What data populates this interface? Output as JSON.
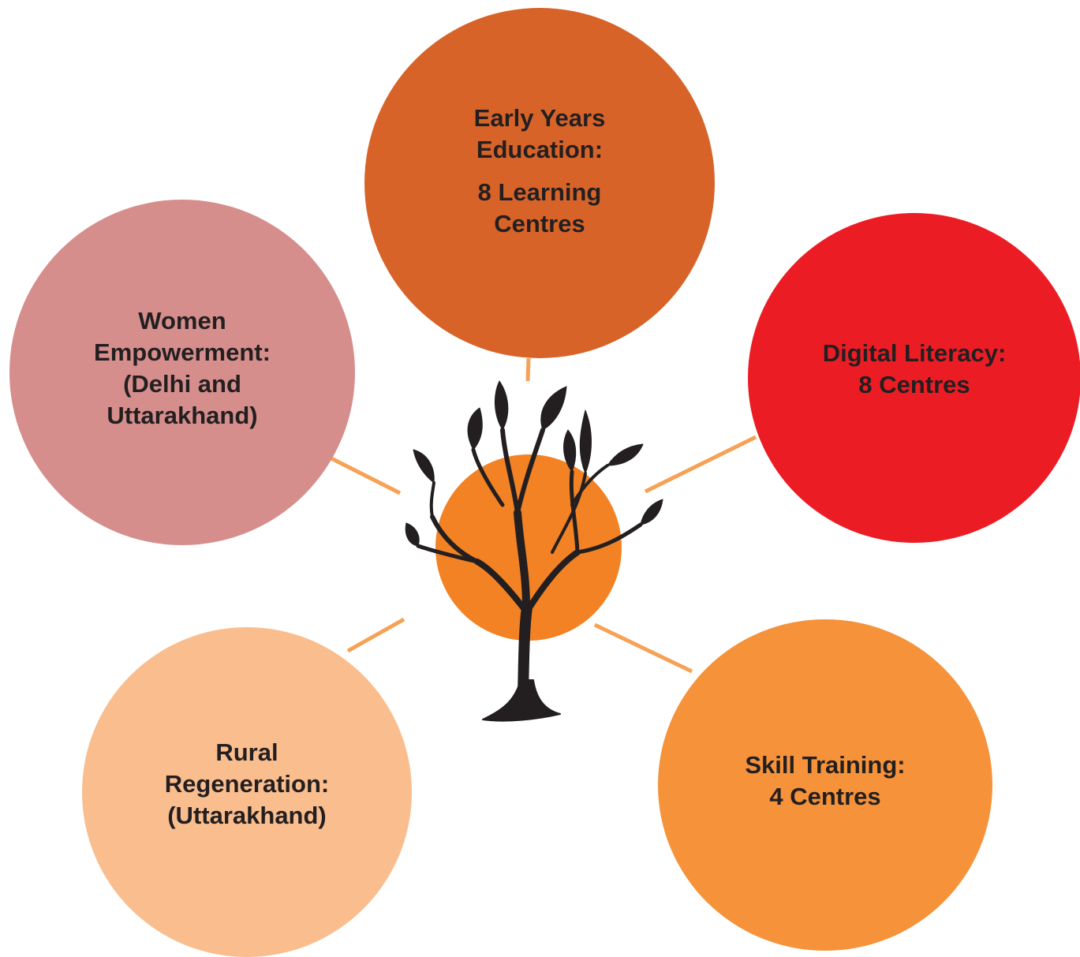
{
  "colors": {
    "connector": "#f7a155",
    "hub": "#f28224",
    "tree": "#231f20"
  },
  "hub": {
    "icon": "tree-icon"
  },
  "nodes": {
    "early_years": {
      "color": "#d86328",
      "line1": "Early Years",
      "line2": "Education:",
      "line3": "8 Learning",
      "line4": "Centres"
    },
    "women": {
      "color": "#d58e8c",
      "line1": "Women",
      "line2": "Empowerment:",
      "line3": "(Delhi and",
      "line4": "Uttarakhand)"
    },
    "digital": {
      "color": "#ec1c24",
      "line1": "Digital Literacy:",
      "line2": "8 Centres"
    },
    "rural": {
      "color": "#f9bd8e",
      "line1": "Rural",
      "line2": "Regeneration:",
      "line3": "(Uttarakhand)"
    },
    "skill": {
      "color": "#f5923a",
      "line1": "Skill Training:",
      "line2": "4 Centres"
    }
  }
}
